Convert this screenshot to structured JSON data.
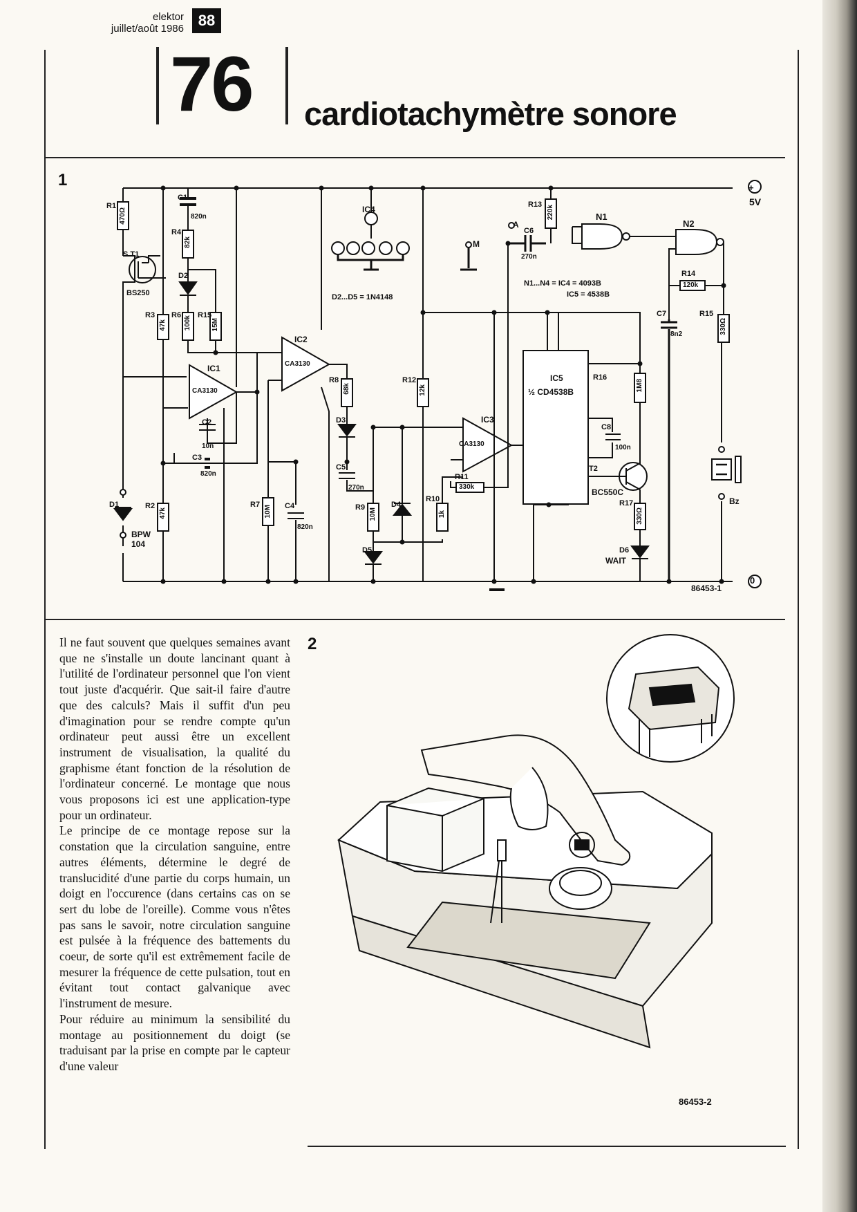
{
  "header": {
    "magazine": "elektor",
    "issue": "juillet/août 1986",
    "page_number": "88"
  },
  "article": {
    "number": "76",
    "title": "cardiotachymètre sonore"
  },
  "figure1": {
    "label": "1",
    "code": "86453-1",
    "supply_label": "5V",
    "components": {
      "R1": "470Ω",
      "C1": "820n",
      "R4": "82k",
      "T1": "BS250",
      "D2": "D2",
      "R3": "47k",
      "R6": "100k",
      "R15a": "15M",
      "IC1": "CA3130",
      "IC2": "CA3130",
      "IC3": "CA3130",
      "C2": "10n",
      "C3": "820n",
      "R2": "47k",
      "D1": "BPW 104",
      "R7": "10M",
      "C4": "820n",
      "R8": "68k",
      "C5": "270n",
      "R9": "10M",
      "R12": "12k",
      "R10": "1k",
      "R11": "330k",
      "C6": "270n",
      "R13": "220k",
      "IC4": "IC4",
      "IC5": "½ CD4538B",
      "R16": "1M8",
      "C8": "100n",
      "T2": "BC550C",
      "R17": "330Ω",
      "D6": "WAIT",
      "C7": "8n2",
      "R14": "120k",
      "R15b": "330Ω",
      "Bz": "Bz"
    },
    "notes": [
      "D2...D5 = 1N4148",
      "N1...N4 = IC4 = 4093B",
      "IC5 = 4538B"
    ],
    "test_points": [
      "A",
      "M"
    ]
  },
  "figure2": {
    "label": "2",
    "code": "86453-2"
  },
  "body_paragraphs": [
    "Il ne faut souvent que quelques semaines avant que ne s'installe un doute lancinant quant à l'utilité de l'ordinateur personnel que l'on vient tout juste d'acquérir. Que sait-il faire d'autre que des calculs? Mais il suffit d'un peu d'imagination pour se rendre compte qu'un ordinateur peut aussi être un excellent instrument de visualisation, la qualité du graphisme étant fonction de la résolution de l'ordinateur concerné. Le montage que nous vous proposons ici est une application-type pour un ordinateur.",
    "Le principe de ce montage repose sur la constation que la circulation sanguine, entre autres éléments, détermine le degré de translucidité d'une partie du corps humain, un doigt en l'occurence (dans certains cas on se sert du lobe de l'oreille). Comme vous n'êtes pas sans le savoir, notre circulation sanguine est pulsée à la fréquence des battements du coeur, de sorte qu'il est extrêmement facile de mesurer la fréquence de cette pulsation, tout en évitant tout contact galvanique avec l'instrument de mesure.",
    "Pour réduire au minimum la sensibilité du montage au positionnement du doigt (se traduisant par la prise en compte par le capteur d'une valeur"
  ]
}
